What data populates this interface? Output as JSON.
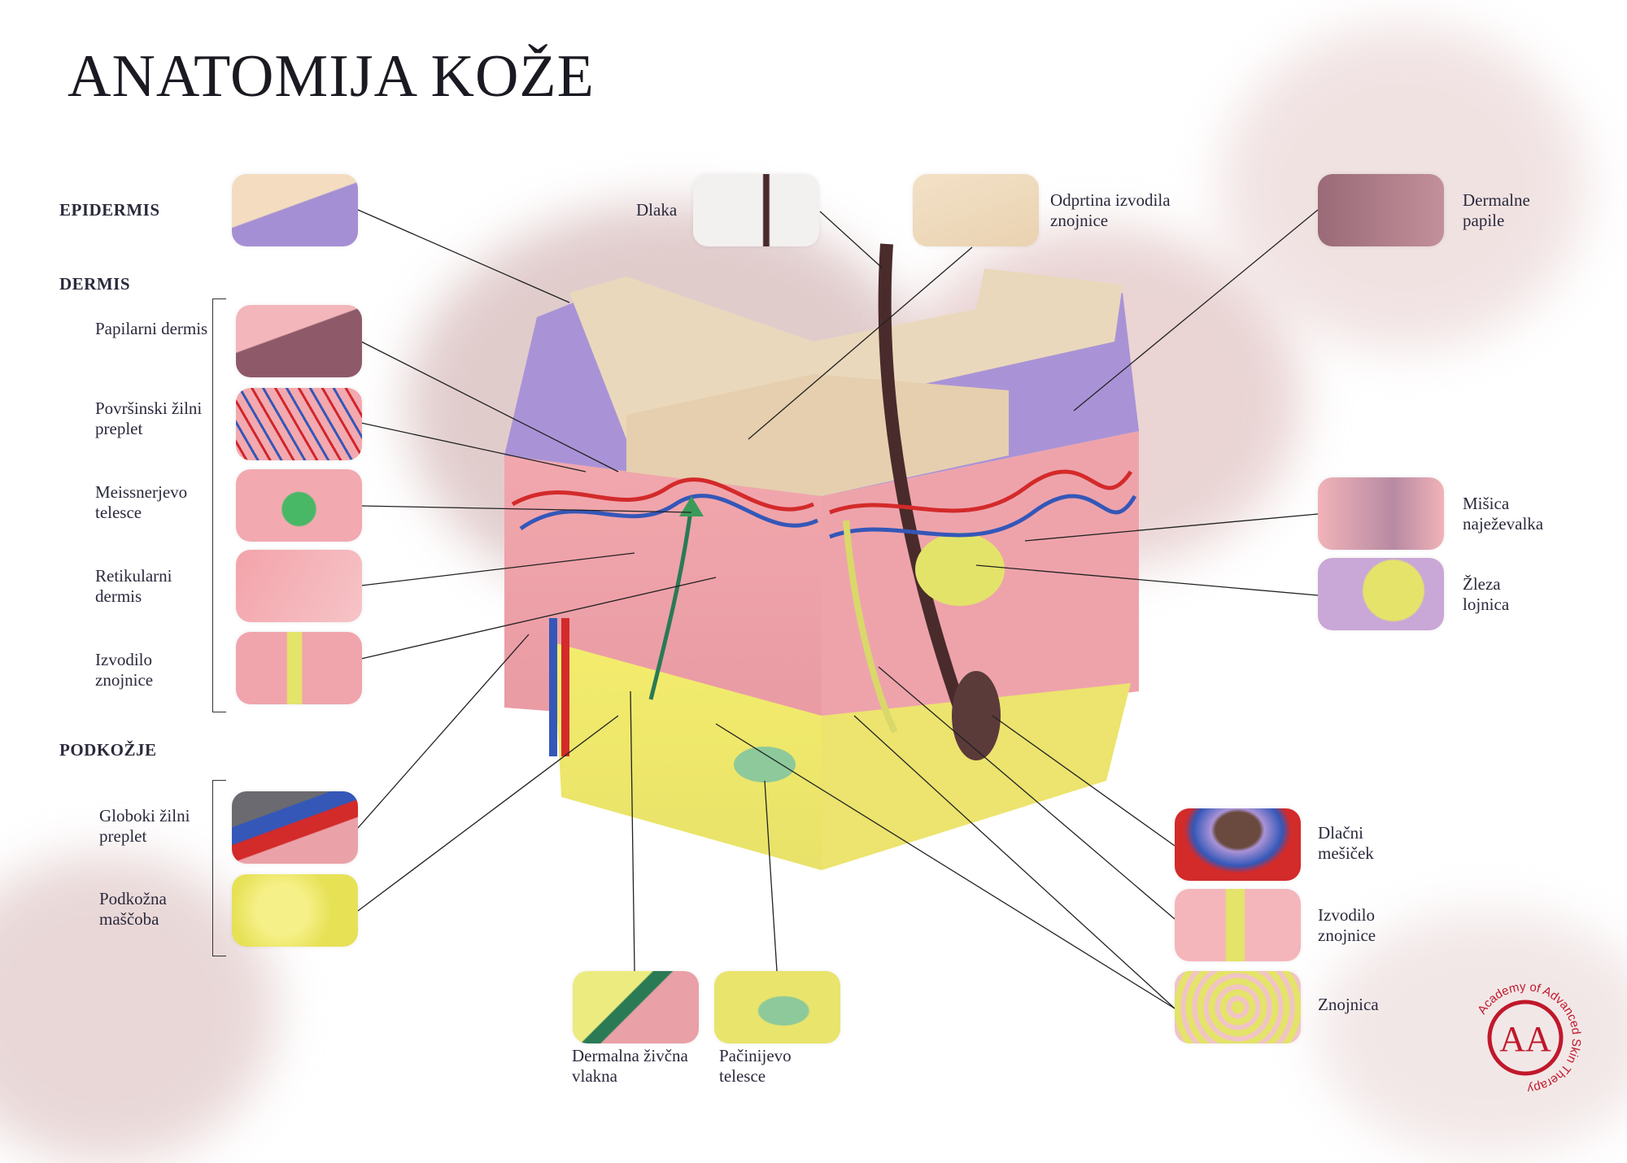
{
  "title": "ANATOMIJA KOŽE",
  "sections": {
    "epidermis": "EPIDERMIS",
    "dermis": "DERMIS",
    "podkozje": "PODKOŽJE"
  },
  "labels": {
    "papilarni": "Papilarni dermis",
    "povrsinski": "Površinski žilni preplet",
    "meissner": "Meissnerjevo telesce",
    "retikularni": "Retikularni dermis",
    "izvodilo_left": "Izvodilo znojnice",
    "globoki": "Globoki žilni preplet",
    "podkozna": "Podkožna maščoba",
    "dlaka": "Dlaka",
    "odprtina": "Odprtina izvodila znojnice",
    "dermalne_papile": "Dermalne papile",
    "misica": "Mišica naježevalka",
    "zleza": "Žleza lojnica",
    "dlacni": "Dlačni mešiček",
    "izvodilo_right": "Izvodilo znojnice",
    "znojnica": "Znojnica",
    "dermalna_vlakna": "Dermalna živčna vlakna",
    "pacinijevo": "Pačinijevo telesce"
  },
  "logo": {
    "monogram": "AA",
    "ring_text": "Academy of Advanced Skin Therapy",
    "color": "#c0182b"
  }
}
